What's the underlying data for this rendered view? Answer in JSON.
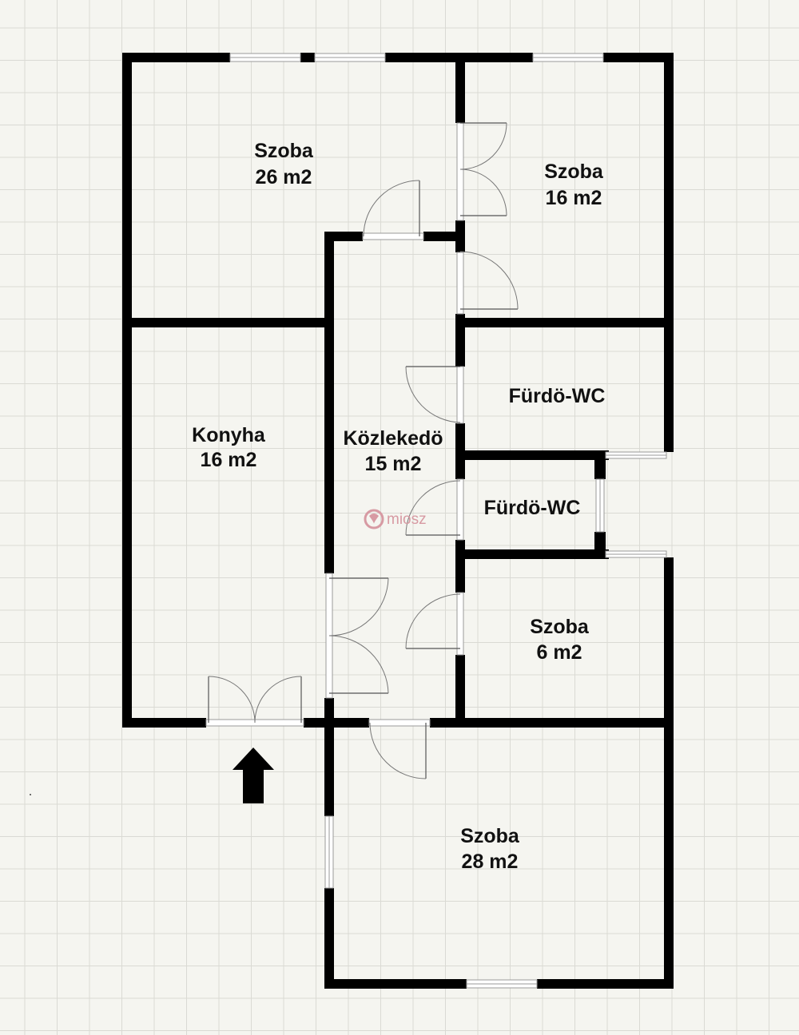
{
  "rooms": [
    {
      "id": "szoba-26",
      "name": "Szoba",
      "area": "26 m2"
    },
    {
      "id": "szoba-16",
      "name": "Szoba",
      "area": "16 m2"
    },
    {
      "id": "furdo-wc-1",
      "name": "Fürdö-WC",
      "area": ""
    },
    {
      "id": "konyha",
      "name": "Konyha",
      "area": "16 m2"
    },
    {
      "id": "kozlekedo",
      "name": "Közlekedö",
      "area": "15 m2"
    },
    {
      "id": "furdo-wc-2",
      "name": "Fürdö-WC",
      "area": ""
    },
    {
      "id": "szoba-6",
      "name": "Szoba",
      "area": "6 m2"
    },
    {
      "id": "szoba-28",
      "name": "Szoba",
      "area": "28 m2"
    }
  ],
  "watermark": {
    "text": "miosz"
  },
  "colors": {
    "wall": "#000000",
    "background": "#f5f5f0",
    "grid": "#dadad4",
    "watermark": "#d79aa3"
  },
  "icons": [
    "entrance-arrow-icon",
    "door-icon",
    "window-icon",
    "watermark-logo-icon"
  ]
}
